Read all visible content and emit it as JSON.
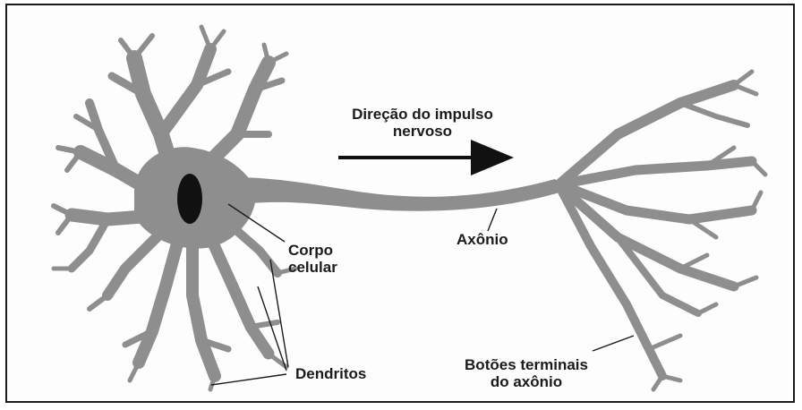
{
  "labels": {
    "direction_line1": "Direção do impulso",
    "direction_line2": "nervoso",
    "cell_body_line1": "Corpo",
    "cell_body_line2": "celular",
    "axon": "Axônio",
    "dendrites": "Dendritos",
    "terminals_line1": "Botões terminais",
    "terminals_line2": "do axônio"
  },
  "colors": {
    "neuron_fill": "#8e8e8e",
    "nucleus": "#111111",
    "ink": "#1b1b1b",
    "frame": "#1a1a1a"
  }
}
